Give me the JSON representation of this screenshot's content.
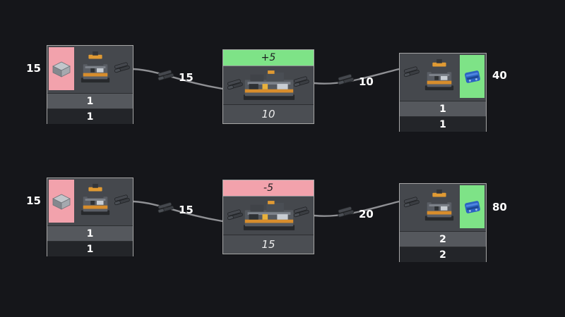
{
  "app": {
    "title": "factory-production-graph"
  },
  "colors": {
    "background": "#15161a",
    "node_body": "#45484d",
    "node_border": "#a6a6a6",
    "band_light": "#55585d",
    "band_dark": "#232529",
    "positive_green": "#7ee387",
    "negative_pink": "#f2a2ac",
    "edge_line": "#8f9094",
    "output_item_blue": "#2b63c2",
    "label_text": "#ffffff"
  },
  "icons": {
    "input_item": "gray-crate-icon",
    "belt_item": "ingot-stack-icon",
    "output_item": "blue-component-icon",
    "machine_small": "factory-machine-icon",
    "machine_wide": "smelter-machine-icon"
  },
  "nodes": {
    "top_source": {
      "external_rate": "15",
      "machines": "1",
      "machines_total": "1"
    },
    "top_process": {
      "overflow": "+5",
      "rate": "10"
    },
    "top_sink": {
      "external_rate": "40",
      "machines": "1",
      "machines_total": "1"
    },
    "bottom_source": {
      "external_rate": "15",
      "machines": "1",
      "machines_total": "1"
    },
    "bottom_process": {
      "overflow": "-5",
      "rate": "15"
    },
    "bottom_sink": {
      "external_rate": "80",
      "machines": "2",
      "machines_total": "2"
    }
  },
  "edges": {
    "top_in": {
      "rate": "15"
    },
    "top_out": {
      "rate": "10"
    },
    "bottom_in": {
      "rate": "15"
    },
    "bottom_out": {
      "rate": "20"
    }
  }
}
